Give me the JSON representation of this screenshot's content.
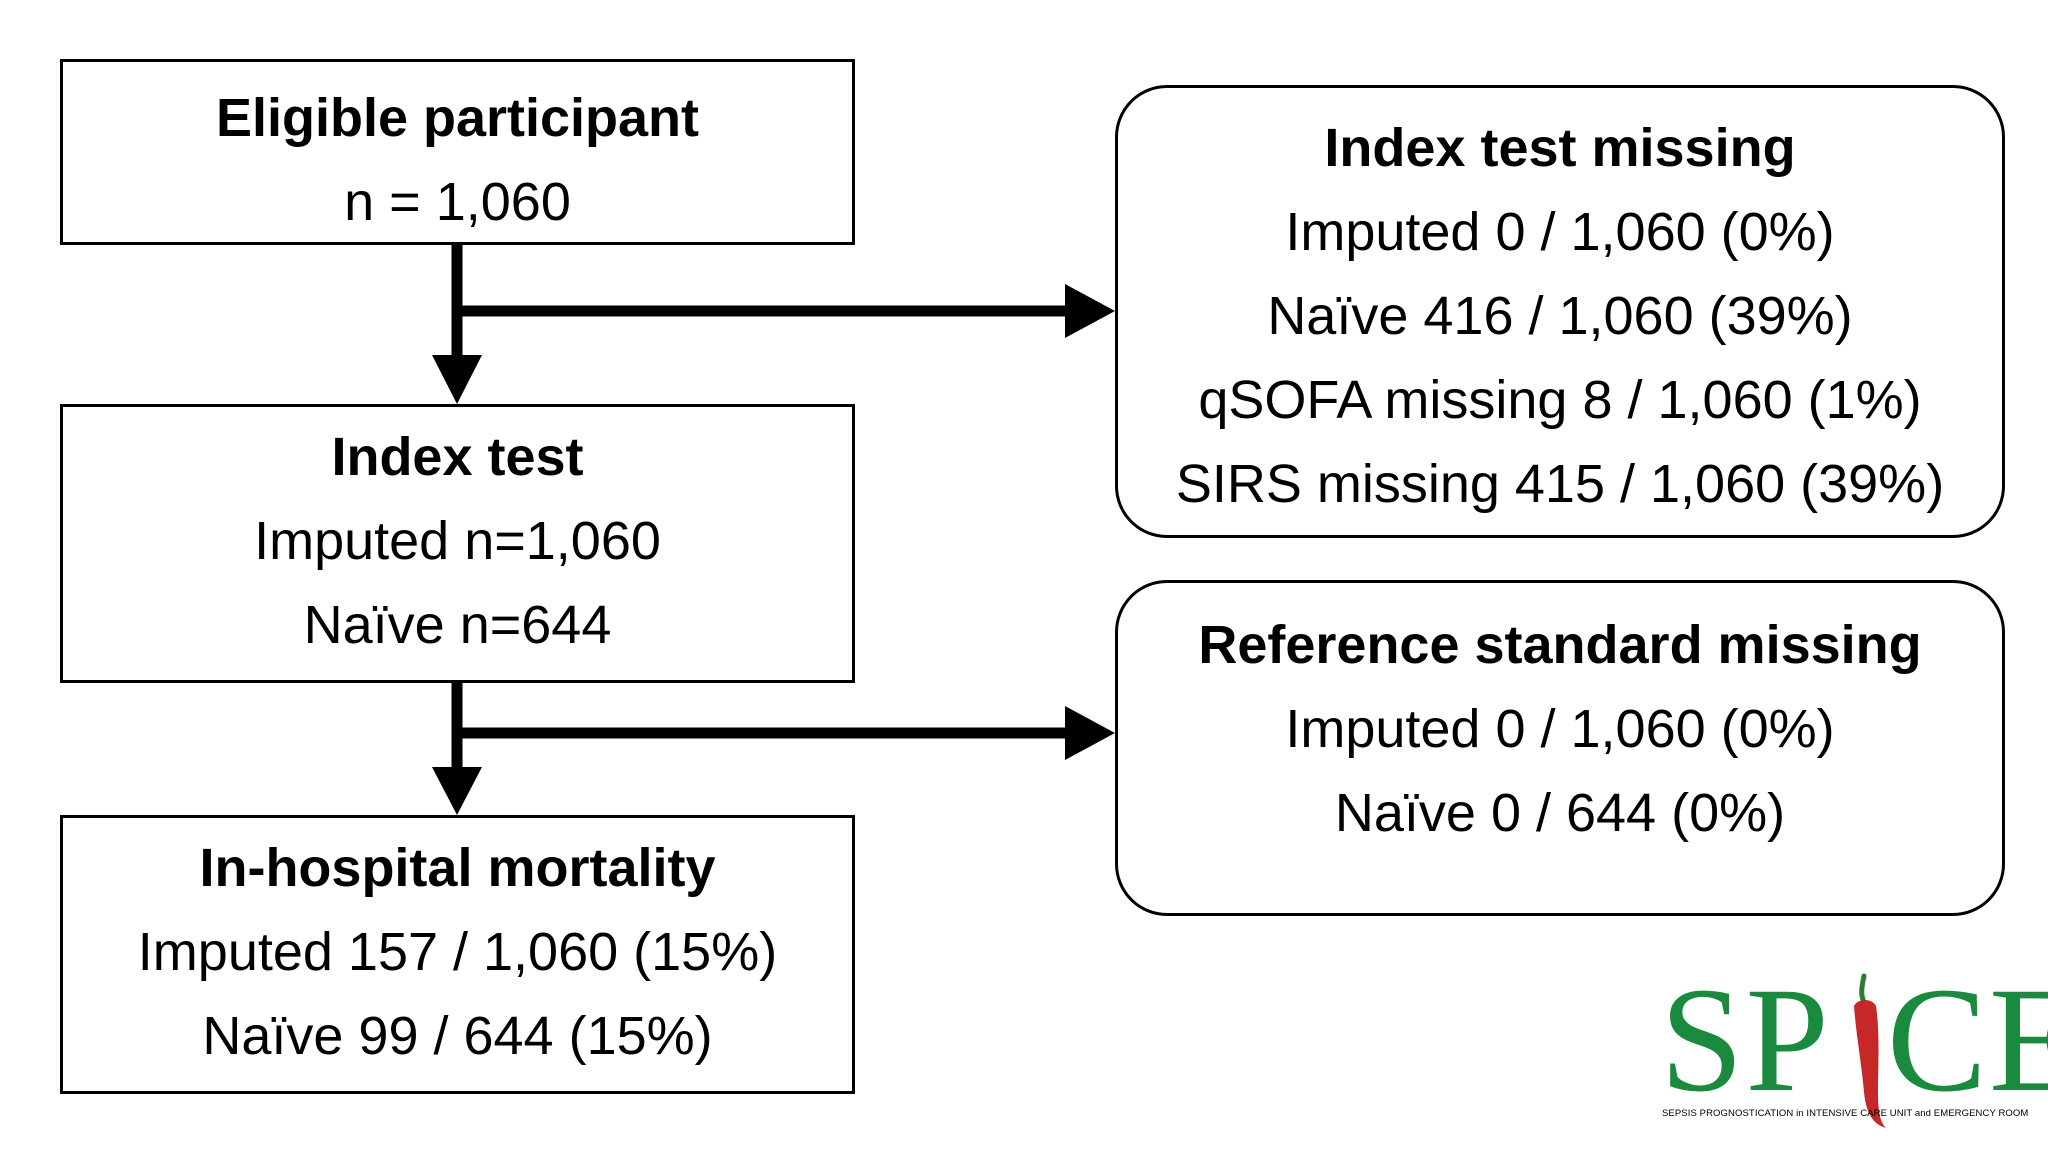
{
  "eligible": {
    "title": "Eligible participant",
    "count": "n = 1,060"
  },
  "index_test": {
    "title": "Index test",
    "imputed": "Imputed n=1,060",
    "naive": "Naïve n=644"
  },
  "mortality": {
    "title": "In-hospital mortality",
    "imputed": "Imputed 157 / 1,060 (15%)",
    "naive": "Naïve 99 / 644 (15%)"
  },
  "index_missing": {
    "title": "Index test missing",
    "lines": [
      "Imputed 0 / 1,060 (0%)",
      "Naïve 416 / 1,060 (39%)",
      "qSOFA missing 8 / 1,060 (1%)",
      "SIRS missing 415 / 1,060 (39%)"
    ]
  },
  "reference_missing": {
    "title": "Reference standard missing",
    "lines": [
      "Imputed 0 / 1,060 (0%)",
      "Naïve 0 / 644 (0%)"
    ]
  },
  "logo": {
    "letters": [
      "S",
      "P",
      "C",
      "E"
    ],
    "tagline": "SEPSIS PROGNOSTICATION in INTENSIVE CARE UNIT and EMERGENCY ROOM",
    "colors": {
      "text": "#1a8a3e",
      "pepper": "#c62828",
      "stem": "#2e7d32"
    }
  }
}
